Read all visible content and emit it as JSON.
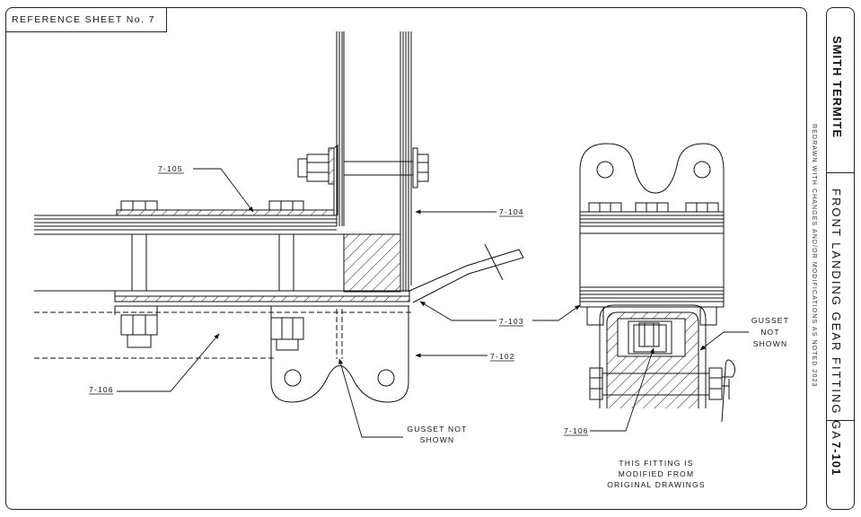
{
  "reference_sheet": "REFERENCE SHEET No. 7",
  "title_block": {
    "aircraft": "SMITH TERMITE",
    "subtitle": "FRONT LANDING GEAR FITTING GA",
    "sheet_number": "7-101",
    "redraw_note": "REDRAWN WITH CHANGES AND/OR MODIFICATIONS AS NOTED 2023"
  },
  "callouts": {
    "c105": "7-105",
    "c104": "7-104",
    "c103": "7-103",
    "c102": "7-102",
    "c106_left": "7-106",
    "c106_right": "7-106",
    "gusset_left_1": "GUSSET NOT",
    "gusset_left_2": "SHOWN",
    "gusset_right_1": "GUSSET",
    "gusset_right_2": "NOT",
    "gusset_right_3": "SHOWN"
  },
  "note": {
    "line1": "THIS FITTING IS",
    "line2": "MODIFIED FROM",
    "line3": "ORIGINAL DRAWINGS"
  }
}
